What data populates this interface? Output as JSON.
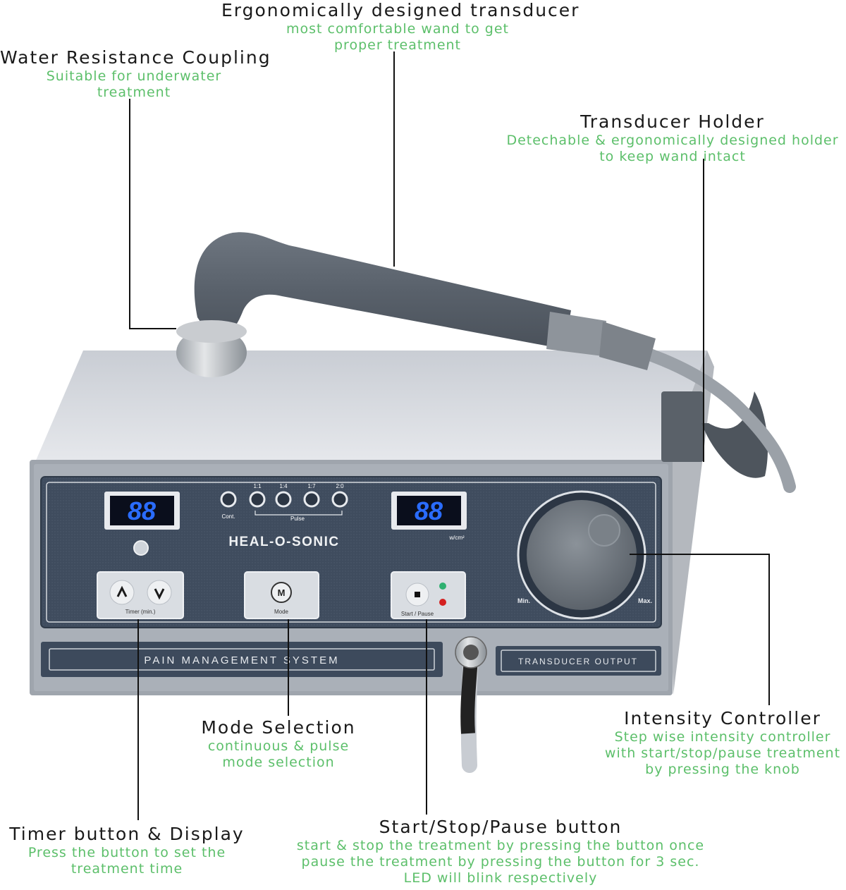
{
  "callouts": {
    "transducer": {
      "title": "Ergonomically designed transducer",
      "desc": [
        "most comfortable wand to get",
        "proper treatment"
      ]
    },
    "water": {
      "title": "Water Resistance Coupling",
      "desc": [
        "Suitable for underwater",
        "treatment"
      ]
    },
    "holder": {
      "title": "Transducer Holder",
      "desc": [
        "Detechable & ergonomically designed holder",
        "to keep wand intact"
      ]
    },
    "intensity": {
      "title": "Intensity Controller",
      "desc": [
        "Step wise intensity controller",
        "with start/stop/pause treatment",
        "by pressing the knob"
      ]
    },
    "mode": {
      "title": "Mode Selection",
      "desc": [
        "continuous & pulse",
        "mode selection"
      ]
    },
    "timer": {
      "title": "Timer button & Display",
      "desc": [
        "Press the button to set the",
        "treatment time"
      ]
    },
    "start": {
      "title": "Start/Stop/Pause button",
      "desc": [
        "start & stop the treatment by pressing the button once",
        "pause the treatment by pressing the button for 3 sec.",
        "LED will blink respectively"
      ]
    }
  },
  "device": {
    "brand": "HEAL-O-SONIC",
    "timer_display": "88",
    "intensity_display": "88",
    "intensity_unit": "w/cm²",
    "mode_labels": [
      "Cont.",
      "1:1",
      "1:4",
      "1:7",
      "2:0"
    ],
    "pulse_label": "Pulse",
    "timer_label": "Timer (min.)",
    "mode_label": "Mode",
    "mode_icon_letter": "M",
    "start_label": "Start / Pause",
    "knob_min": "Min.",
    "knob_max": "Max.",
    "system_label": "PAIN MANAGEMENT SYSTEM",
    "output_label": "TRANSDUCER OUTPUT"
  },
  "colors": {
    "title": "#1a1a1a",
    "desc": "#5cbf6a",
    "panel": "#3d4a5c",
    "display": "#2a6cff",
    "led_green": "#2fb070",
    "led_red": "#d42020"
  }
}
